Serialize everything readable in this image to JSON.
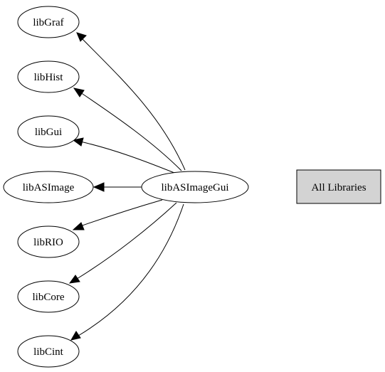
{
  "graph": {
    "source": "libASImageGui",
    "dependencies": [
      "libGraf",
      "libHist",
      "libGui",
      "libASImage",
      "libRIO",
      "libCore",
      "libCint"
    ],
    "link_label": "All Libraries",
    "link_fill": "#d3d3d3"
  }
}
